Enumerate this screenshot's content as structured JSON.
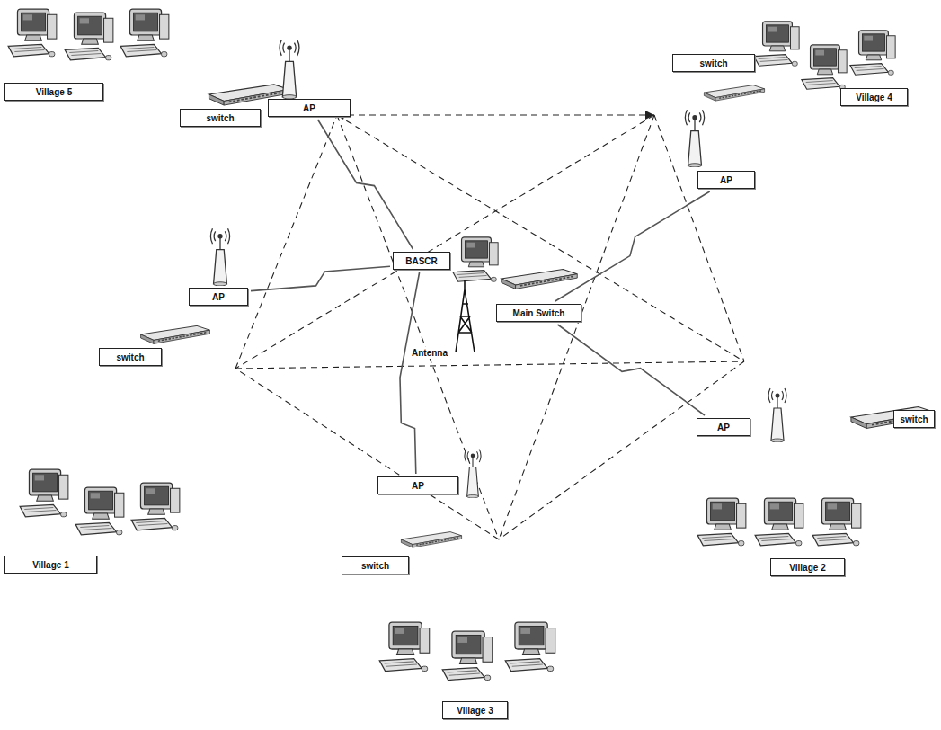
{
  "diagram": {
    "nodes": [
      {
        "text": [
          "Village 5"
        ]
      },
      {
        "text": [
          "switch"
        ]
      },
      {
        "text": [
          "AP"
        ]
      },
      {
        "text": [
          "Village 4"
        ]
      },
      {
        "text": [
          "switch"
        ]
      },
      {
        "text": [
          "AP"
        ]
      },
      {
        "text": [
          "BASCR"
        ]
      },
      {
        "text": [
          "Main Switch"
        ]
      },
      {
        "text": [
          "AP"
        ]
      },
      {
        "text": [
          "switch"
        ]
      },
      {
        "text": [
          "AP"
        ]
      },
      {
        "text": [
          "switch"
        ]
      },
      {
        "text": [
          "Village 1"
        ]
      },
      {
        "text": [
          "Village 2"
        ]
      },
      {
        "text": [
          "AP"
        ]
      },
      {
        "text": [
          "switch"
        ]
      },
      {
        "text": [
          "Village 3"
        ]
      }
    ],
    "edges": [
      {
        "from": 6,
        "to": 2,
        "arrow": "none"
      },
      {
        "from": 7,
        "to": 5,
        "arrow": "none"
      },
      {
        "from": 6,
        "to": 8,
        "arrow": "none"
      },
      {
        "from": 7,
        "to": 10,
        "arrow": "none"
      },
      {
        "from": 6,
        "to": 14,
        "arrow": "none"
      }
    ],
    "labels": [
      "Antenna"
    ]
  }
}
